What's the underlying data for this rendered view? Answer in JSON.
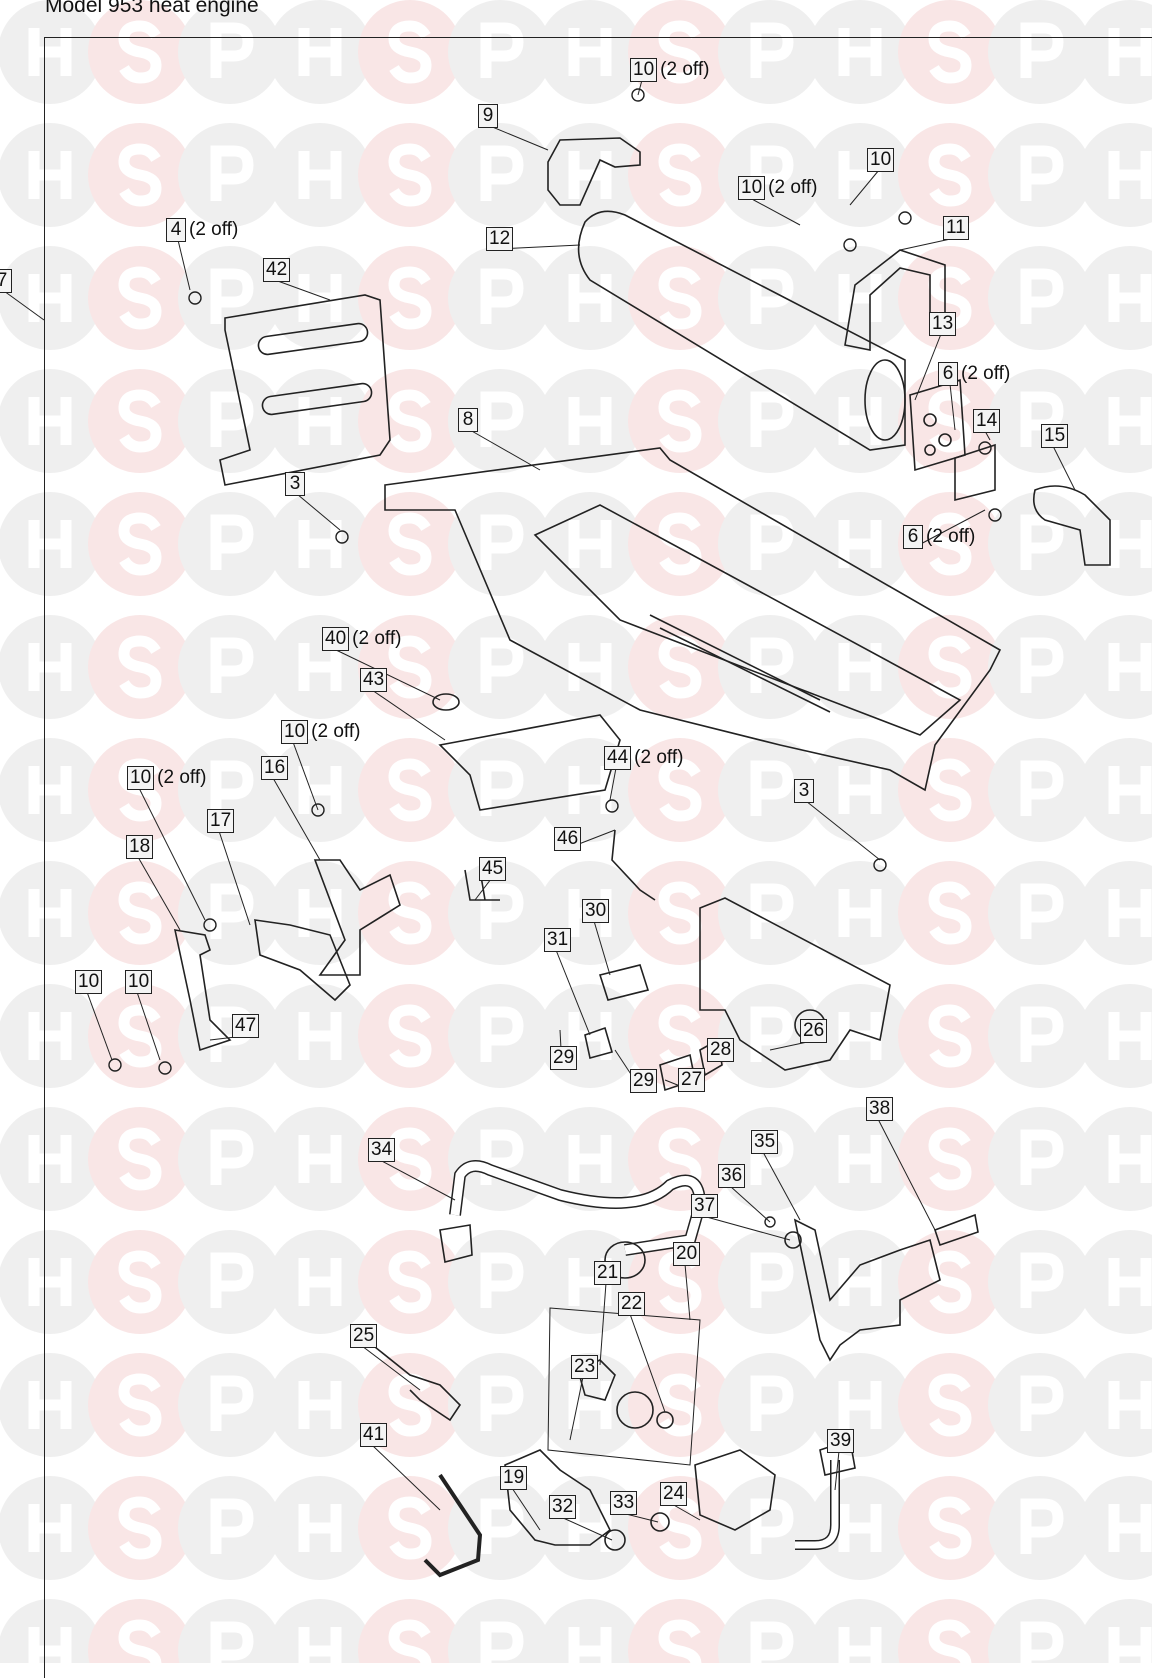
{
  "title": "Model 953 heat engine",
  "watermark": {
    "letters": [
      "H",
      "S",
      "P"
    ],
    "grey": "#efefef",
    "pink": "#f9e6e6"
  },
  "labels": [
    {
      "num": "10",
      "qty": "(2 off)"
    },
    {
      "num": "9",
      "qty": ""
    },
    {
      "num": "10",
      "qty": "(2 off)"
    },
    {
      "num": "10",
      "qty": ""
    },
    {
      "num": "12",
      "qty": ""
    },
    {
      "num": "11",
      "qty": ""
    },
    {
      "num": "4",
      "qty": "(2 off)"
    },
    {
      "num": "42",
      "qty": ""
    },
    {
      "num": "7",
      "qty": ""
    },
    {
      "num": "13",
      "qty": ""
    },
    {
      "num": "6",
      "qty": "(2 off)"
    },
    {
      "num": "14",
      "qty": ""
    },
    {
      "num": "15",
      "qty": ""
    },
    {
      "num": "8",
      "qty": ""
    },
    {
      "num": "3",
      "qty": ""
    },
    {
      "num": "6",
      "qty": "(2 off)"
    },
    {
      "num": "40",
      "qty": "(2 off)"
    },
    {
      "num": "43",
      "qty": ""
    },
    {
      "num": "10",
      "qty": "(2 off)"
    },
    {
      "num": "44",
      "qty": "(2 off)"
    },
    {
      "num": "10",
      "qty": "(2 off)"
    },
    {
      "num": "16",
      "qty": ""
    },
    {
      "num": "3",
      "qty": ""
    },
    {
      "num": "17",
      "qty": ""
    },
    {
      "num": "18",
      "qty": ""
    },
    {
      "num": "46",
      "qty": ""
    },
    {
      "num": "45",
      "qty": ""
    },
    {
      "num": "30",
      "qty": ""
    },
    {
      "num": "31",
      "qty": ""
    },
    {
      "num": "10",
      "qty": ""
    },
    {
      "num": "10",
      "qty": ""
    },
    {
      "num": "47",
      "qty": ""
    },
    {
      "num": "26",
      "qty": ""
    },
    {
      "num": "28",
      "qty": ""
    },
    {
      "num": "29",
      "qty": ""
    },
    {
      "num": "29",
      "qty": ""
    },
    {
      "num": "27",
      "qty": ""
    },
    {
      "num": "38",
      "qty": ""
    },
    {
      "num": "34",
      "qty": ""
    },
    {
      "num": "35",
      "qty": ""
    },
    {
      "num": "36",
      "qty": ""
    },
    {
      "num": "37",
      "qty": ""
    },
    {
      "num": "20",
      "qty": ""
    },
    {
      "num": "21",
      "qty": ""
    },
    {
      "num": "22",
      "qty": ""
    },
    {
      "num": "25",
      "qty": ""
    },
    {
      "num": "23",
      "qty": ""
    },
    {
      "num": "41",
      "qty": ""
    },
    {
      "num": "39",
      "qty": ""
    },
    {
      "num": "19",
      "qty": ""
    },
    {
      "num": "32",
      "qty": ""
    },
    {
      "num": "33",
      "qty": ""
    },
    {
      "num": "24",
      "qty": ""
    }
  ]
}
